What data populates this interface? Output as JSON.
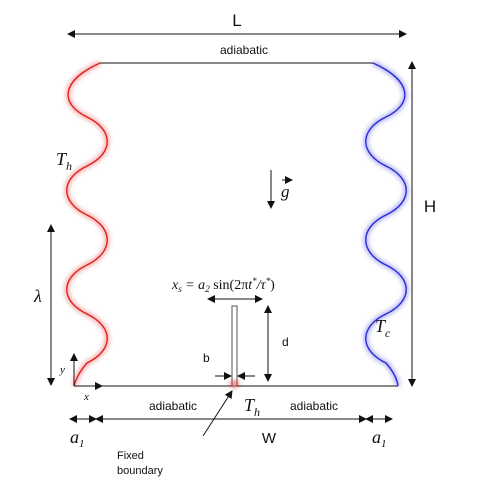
{
  "labels": {
    "L": "L",
    "H": "H",
    "W": "W",
    "top": "adiabatic",
    "bottom_left": "adiabatic",
    "bottom_right": "adiabatic",
    "Th_left_main": "T",
    "Th_left_sub": "h",
    "Th_bottom_main": "T",
    "Th_bottom_sub": "h",
    "Tc_main": "T",
    "Tc_sub": "c",
    "g": "g",
    "lambda": "λ",
    "d": "d",
    "b": "b",
    "x": "x",
    "y": "y",
    "a1_left_main": "a",
    "a1_left_sub": "1",
    "a1_right_main": "a",
    "a1_right_sub": "1",
    "fixed1": "Fixed",
    "fixed2": "boundary",
    "equation": "xs = a2 sin(2πt*/τ*)"
  },
  "colors": {
    "hot": "#e0201e",
    "cold": "#2a2ad8",
    "line": "#111111"
  },
  "icons": {
    "gravity": "down-arrow-icon"
  }
}
